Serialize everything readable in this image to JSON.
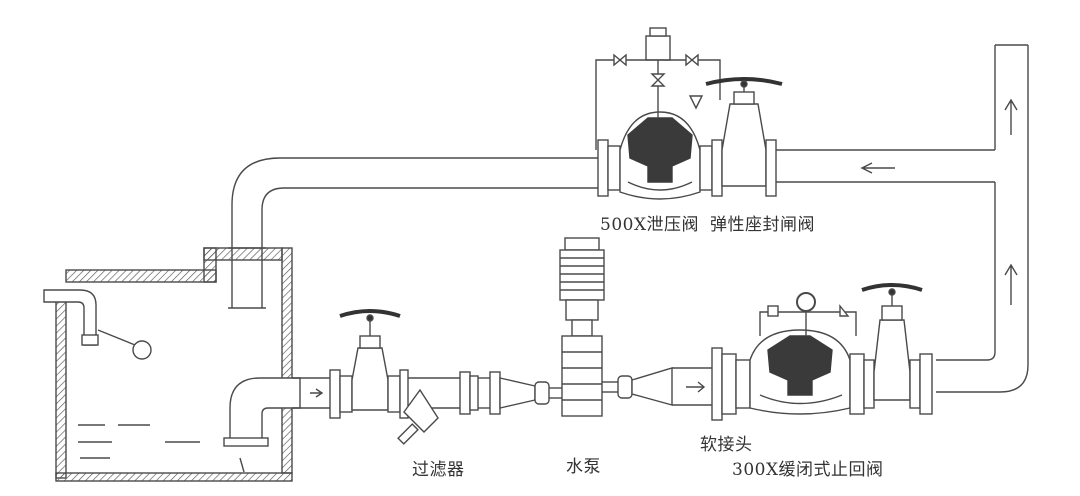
{
  "diagram": {
    "labels": {
      "relief_valve": "500X泄压阀",
      "gate_valve_resilient": "弹性座封闸阀",
      "pump": "水泵",
      "flexible_joint": "软接头",
      "filter": "过滤器",
      "check_valve": "300X缓闭式止回阀"
    },
    "colors": {
      "line": "#4a4a4a",
      "valve_fill": "#3a3a3a",
      "background": "#ffffff"
    }
  }
}
